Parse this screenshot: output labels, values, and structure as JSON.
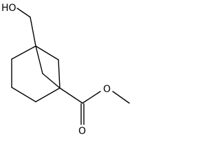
{
  "molecule": {
    "labels": {
      "hydroxyl": "HO",
      "ester_oxygen": "O",
      "carbonyl_oxygen": "O"
    }
  }
}
